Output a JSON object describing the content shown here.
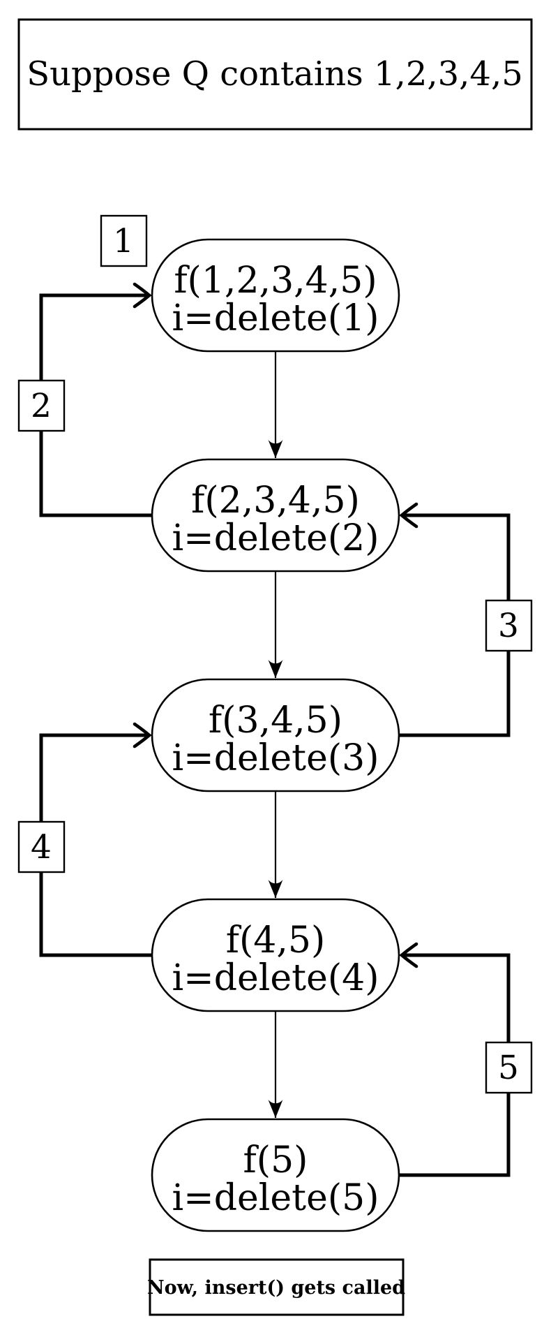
{
  "colors": {
    "ink": "#000000",
    "paper": "#ffffff"
  },
  "header": {
    "title": "Suppose Q contains 1,2,3,4,5"
  },
  "flow": {
    "nodes": [
      {
        "line1": "f(1,2,3,4,5)",
        "line2": "i=delete(1)"
      },
      {
        "line1": "f(2,3,4,5)",
        "line2": "i=delete(2)"
      },
      {
        "line1": "f(3,4,5)",
        "line2": "i=delete(3)"
      },
      {
        "line1": "f(4,5)",
        "line2": "i=delete(4)"
      },
      {
        "line1": "f(5)",
        "line2": "i=delete(5)"
      }
    ],
    "edge_labels": [
      {
        "label": "1"
      },
      {
        "label": "2"
      },
      {
        "label": "3"
      },
      {
        "label": "4"
      },
      {
        "label": "5"
      }
    ]
  },
  "footer": {
    "note": "Now, insert() gets called"
  }
}
